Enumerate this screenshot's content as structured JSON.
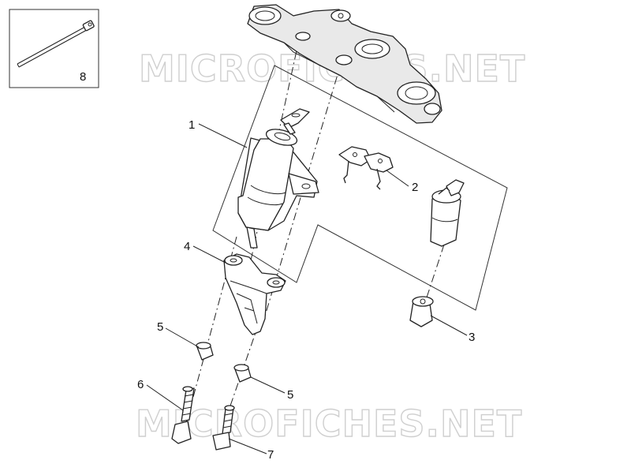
{
  "watermark": {
    "top_text": "MICROFICHES.NET",
    "bottom_text": "MICROFICHES.NET"
  },
  "callouts": {
    "c1": "1",
    "c2": "2",
    "c3": "3",
    "c4": "4",
    "c5a": "5",
    "c5b": "5",
    "c6": "6",
    "c7": "7",
    "c8": "8"
  },
  "colors": {
    "line": "#222222",
    "watermark": "#cfcfcf",
    "background": "#ffffff"
  }
}
